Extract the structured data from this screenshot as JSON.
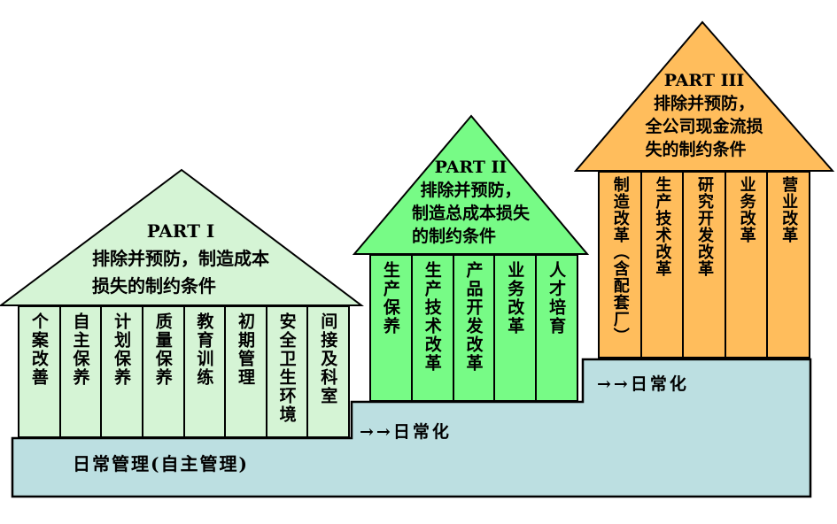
{
  "houses": [
    {
      "roof": {
        "title": "PART I",
        "subtitle": "",
        "line1": "排除并预防，制造成本",
        "line2": "损失的制约条件"
      },
      "columns": [
        "个案改善",
        "自主保养",
        "计划保养",
        "质量保养",
        "教育训练",
        "初期管理",
        "安全卫生环境",
        "间接及科室"
      ]
    },
    {
      "roof": {
        "title": "PART II",
        "subtitle": "排除并预防，",
        "line1": "制造总成本损失",
        "line2": "的制约条件"
      },
      "columns": [
        "生产保养",
        "生产技术改革",
        "产品开发改革",
        "业务改革",
        "人才培育"
      ]
    },
    {
      "roof": {
        "title": "PART III",
        "subtitle": "排除并预防，",
        "line1": "全公司现金流损",
        "line2": "失的制约条件"
      },
      "columns": [
        "制造改革（含配套厂）",
        "生产技术改革",
        "研究开发改革",
        "业务改革",
        "营业改革"
      ]
    }
  ],
  "base": {
    "label": "日常管理(自主管理)",
    "step_labels": [
      "→→日常化",
      "→→日常化"
    ]
  },
  "colors": {
    "house1": "#d5f4d5",
    "house2": "#77fb86",
    "house3": "#ffbd5c",
    "base": "#bcdfe1",
    "outline": "#000000"
  }
}
